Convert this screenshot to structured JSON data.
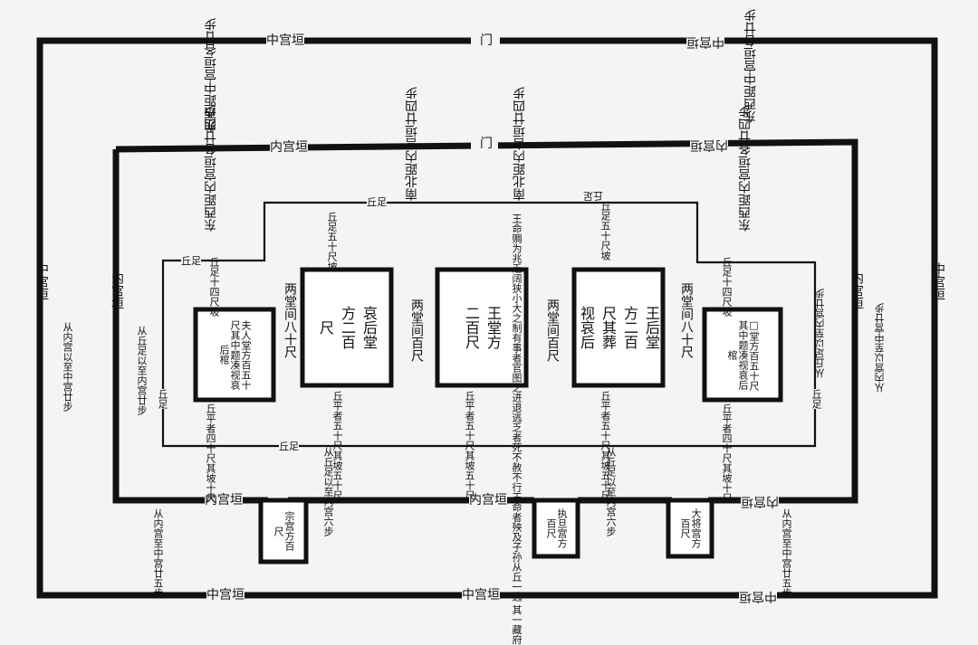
{
  "walls": {
    "zhong_gong_yuan": "中宫垣",
    "nei_gong_yuan": "内宫垣",
    "men": "门",
    "qiu_zu": "丘足"
  },
  "notes": {
    "top_left_outer": "东西距中宫垣各廿步",
    "top_right_outer": "东西距中宫垣各廿步",
    "top_left_inner": "东西距内宫垣各廿四步",
    "top_right_inner": "东西距内宫垣各廿四步",
    "north_gap_left": "南北距内宫垣廿四步",
    "north_gap_right": "南北距内宫垣廿四步",
    "left_outer": "从内宫以至中宫廿步",
    "left_inner": "从丘足以至内宫廿步",
    "right_inner": "从丘足以至内宫廿步",
    "right_outer": "从内宫以至中宫廿步",
    "south_inner": "从丘足以至内宫六步",
    "south_outer_left": "从内宫至中宫廿五步",
    "south_outer_right": "从内宫至中宫廿五步",
    "decree": "王命赒为兆乏阔狭小大之制有事者官图之进退逃乏者死不赦不行王命者殃及子孙从丘一逃 其一藏府"
  },
  "rooms": {
    "left": "夫人堂方百五十尺其中题凑视哀后棺",
    "hall2": "哀后堂方二百尺",
    "hall3": "王堂方二百尺",
    "hall4": "王后堂方二百尺其葬视哀后",
    "right": "□堂方百五十尺其中题凑视哀后棺"
  },
  "measures": {
    "between_1_2": "两堂间八十尺",
    "between_2_3": "两堂间百尺",
    "between_3_4": "两堂间百尺",
    "between_4_5": "两堂间八十尺",
    "slope_n_small": "丘足十四尺坡",
    "slope_n_big": "丘足五十尺坡",
    "slope_s": "丘平者五十尺其坡五十尺",
    "slope_s_small": "丘平者四十尺其坡十尺"
  },
  "south_buildings": {
    "a": "宗宫方百尺",
    "b": "执旦宫方百尺",
    "c": "大将宫方百尺"
  }
}
